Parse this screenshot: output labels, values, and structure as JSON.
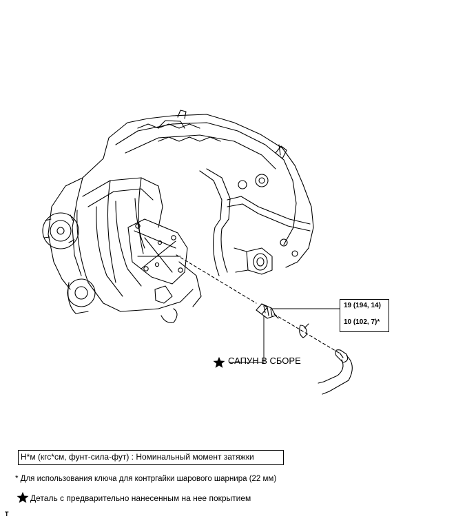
{
  "callouts": {
    "torque_primary": "19 (194, 14)",
    "torque_secondary": "10 (102, 7)*",
    "part_name": "САПУН В СБОРЕ"
  },
  "legend": {
    "units": "Н*м (кгс*см, фунт-сила-фут) : Номинальный момент затяжки",
    "footnote_wrench": "* Для использования ключа для контргайки шарового шарнира (22 мм)",
    "precoated_part": "Деталь с предварительно нанесенным на нее покрытием"
  },
  "corner_mark": "T",
  "icons": {
    "part_marker": "star-icon",
    "legend_marker": "star-icon"
  }
}
